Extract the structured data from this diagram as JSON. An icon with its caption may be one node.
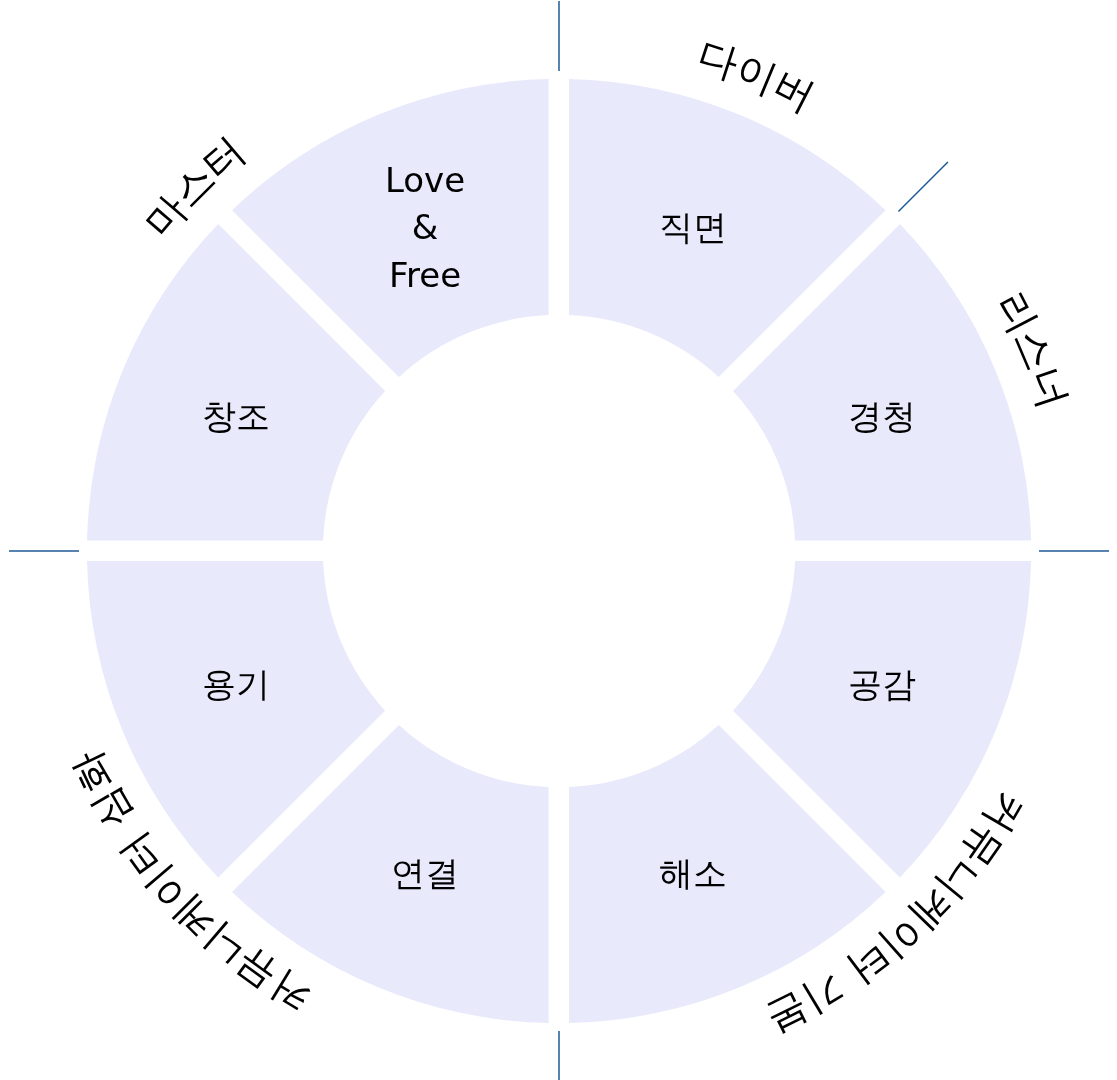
{
  "diagram": {
    "nodes": [
      {
        "text": [
          "Love & Free"
        ]
      },
      {
        "text": [
          "직면"
        ]
      },
      {
        "text": [
          "창조"
        ]
      },
      {
        "text": [
          "경청"
        ]
      },
      {
        "text": [
          "용기"
        ]
      },
      {
        "text": [
          "공감"
        ]
      },
      {
        "text": [
          "연결"
        ]
      },
      {
        "text": [
          "해소"
        ]
      }
    ],
    "labels": [
      "마스터",
      "다이버",
      "리스너",
      "커뮤니케이터 기본",
      "커뮤니케이터 심화"
    ]
  }
}
